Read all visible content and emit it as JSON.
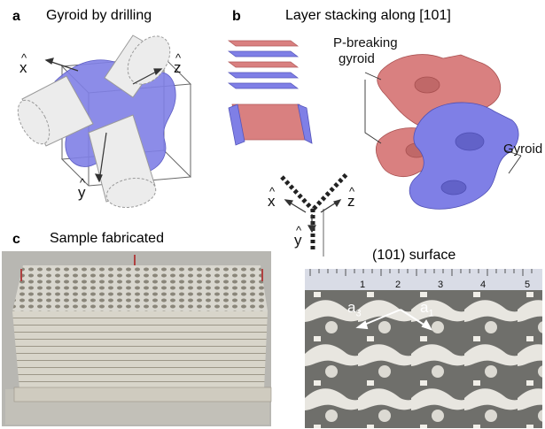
{
  "panels": {
    "a": {
      "letter": "a",
      "title": "Gyroid by drilling",
      "axes": {
        "x": "x",
        "y": "y",
        "z": "z",
        "hat": "^"
      }
    },
    "b": {
      "letter": "b",
      "title": "Layer stacking along [101]",
      "labels": {
        "p_breaking_line1": "P-breaking",
        "p_breaking_line2": "gyroid",
        "gyroid": "Gyroid"
      },
      "axes": {
        "x": "x",
        "y": "y",
        "z": "z",
        "hat": "^"
      }
    },
    "c": {
      "letter": "c",
      "title": "Sample fabricated"
    },
    "d": {
      "title": "(101) surface",
      "ruler_numbers": [
        "1",
        "2",
        "3",
        "4",
        "5"
      ],
      "lattice_labels": {
        "a3": "a",
        "a3_sub": "3",
        "a1": "a",
        "a1_sub": "1"
      }
    }
  },
  "colors": {
    "gyroid_blue": "#7f7fe6",
    "p_breaking_red": "#d98080",
    "cylinder_grey": "#e6e6e6",
    "photo_bg": "#8a8a86"
  }
}
